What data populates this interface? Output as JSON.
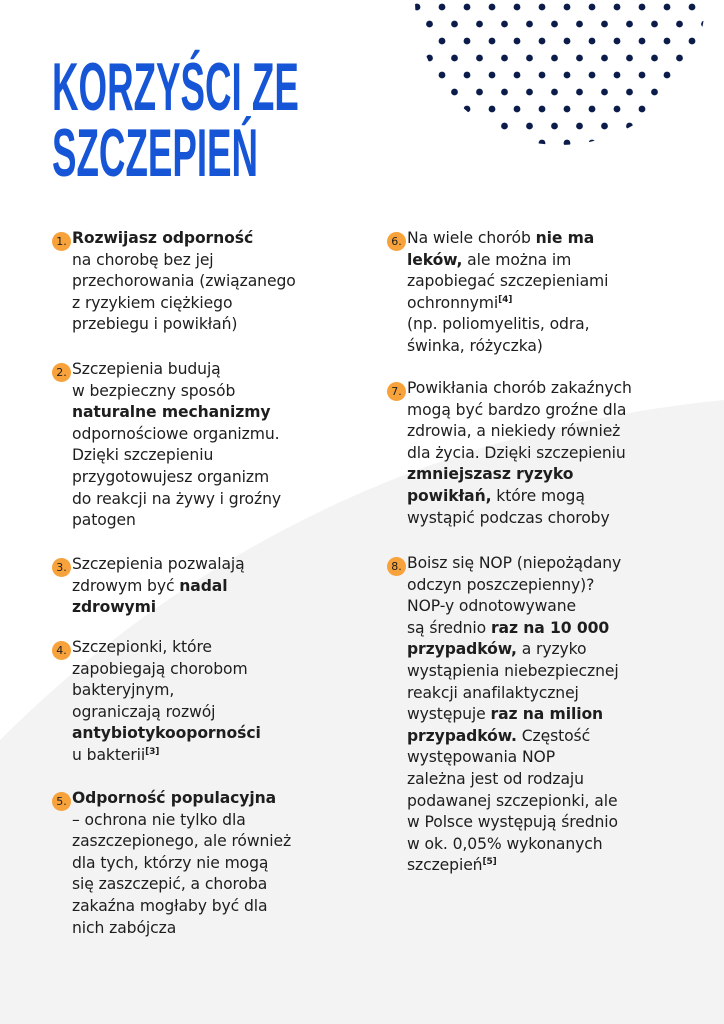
{
  "title": {
    "line1": "KORZYŚCI ZE",
    "line2": "SZCZEPIEŃ"
  },
  "colors": {
    "title": "#1655d6",
    "marker": "#f7a23b",
    "dots": "#0b1c4a",
    "text": "#1e1e1e",
    "swoosh": "#f3f3f3"
  },
  "items": [
    {
      "num": "1.",
      "lines": [
        [
          [
            "Rozwijasz odporność",
            true
          ]
        ],
        [
          [
            "na chorobę bez jej",
            false
          ]
        ],
        [
          [
            "przechorowania (związanego",
            false
          ]
        ],
        [
          [
            "z ryzykiem ciężkiego",
            false
          ]
        ],
        [
          [
            "przebiegu i powikłań)",
            false
          ]
        ]
      ]
    },
    {
      "num": "2.",
      "lines": [
        [
          [
            "Szczepienia budują",
            false
          ]
        ],
        [
          [
            "w bezpieczny sposób",
            false
          ]
        ],
        [
          [
            "naturalne mechanizmy",
            true
          ]
        ],
        [
          [
            "odpornościowe organizmu.",
            false
          ]
        ],
        [
          [
            "Dzięki szczepieniu",
            false
          ]
        ],
        [
          [
            "przygotowujesz organizm",
            false
          ]
        ],
        [
          [
            "do reakcji na żywy i groźny",
            false
          ]
        ],
        [
          [
            "patogen",
            false
          ]
        ]
      ]
    },
    {
      "num": "3.",
      "lines": [
        [
          [
            "Szczepienia pozwalają",
            false
          ]
        ],
        [
          [
            "zdrowym być ",
            false
          ],
          [
            "nadal",
            true
          ]
        ],
        [
          [
            "zdrowymi",
            true
          ]
        ]
      ]
    },
    {
      "num": "4.",
      "lines": [
        [
          [
            "Szczepionki, które",
            false
          ]
        ],
        [
          [
            "zapobiegają chorobom",
            false
          ]
        ],
        [
          [
            "bakteryjnym,",
            false
          ]
        ],
        [
          [
            "ograniczają rozwój",
            false
          ]
        ],
        [
          [
            "antybiotykooporności",
            true
          ]
        ],
        [
          [
            "u bakterii",
            false
          ],
          [
            "[3]",
            "sup"
          ]
        ]
      ]
    },
    {
      "num": "5.",
      "lines": [
        [
          [
            "Odporność populacyjna",
            true
          ]
        ],
        [
          [
            "– ochrona nie tylko dla",
            false
          ]
        ],
        [
          [
            "zaszczepionego, ale również",
            false
          ]
        ],
        [
          [
            "dla tych, którzy nie mogą",
            false
          ]
        ],
        [
          [
            "się zaszczepić, a choroba",
            false
          ]
        ],
        [
          [
            "zakaźna mogłaby być dla",
            false
          ]
        ],
        [
          [
            "nich zabójcza",
            false
          ]
        ]
      ]
    },
    {
      "num": "6.",
      "lines": [
        [
          [
            "Na wiele chorób ",
            false
          ],
          [
            "nie ma",
            true
          ]
        ],
        [
          [
            "leków,",
            true
          ],
          [
            " ale można im",
            false
          ]
        ],
        [
          [
            "zapobiegać szczepieniami",
            false
          ]
        ],
        [
          [
            "ochronnymi",
            false
          ],
          [
            "[4]",
            "sup"
          ]
        ],
        [
          [
            "(np. poliomyelitis, odra,",
            false
          ]
        ],
        [
          [
            "świnka, różyczka)",
            false
          ]
        ]
      ]
    },
    {
      "num": "7.",
      "lines": [
        [
          [
            "Powikłania chorób zakaźnych",
            false
          ]
        ],
        [
          [
            "mogą być bardzo groźne dla",
            false
          ]
        ],
        [
          [
            "zdrowia, a niekiedy również",
            false
          ]
        ],
        [
          [
            "dla życia. Dzięki szczepieniu",
            false
          ]
        ],
        [
          [
            "zmniejszasz ryzyko",
            true
          ]
        ],
        [
          [
            "powikłań,",
            true
          ],
          [
            " które mogą",
            false
          ]
        ],
        [
          [
            "wystąpić podczas choroby",
            false
          ]
        ]
      ]
    },
    {
      "num": "8.",
      "lines": [
        [
          [
            "Boisz się NOP (niepożądany",
            false
          ]
        ],
        [
          [
            "odczyn poszczepienny)?",
            false
          ]
        ],
        [
          [
            "NOP-y odnotowywane",
            false
          ]
        ],
        [
          [
            "są średnio ",
            false
          ],
          [
            "raz na 10 000",
            true
          ]
        ],
        [
          [
            "przypadków,",
            true
          ],
          [
            " a ryzyko",
            false
          ]
        ],
        [
          [
            "wystąpienia niebezpiecznej",
            false
          ]
        ],
        [
          [
            "reakcji anafilaktycznej",
            false
          ]
        ],
        [
          [
            "występuje ",
            false
          ],
          [
            "raz na milion",
            true
          ]
        ],
        [
          [
            "przypadków.",
            true
          ],
          [
            " Częstość",
            false
          ]
        ],
        [
          [
            "występowania NOP",
            false
          ]
        ],
        [
          [
            "zależna jest od rodzaju",
            false
          ]
        ],
        [
          [
            "podawanej szczepionki, ale",
            false
          ]
        ],
        [
          [
            "w Polsce występują średnio",
            false
          ]
        ],
        [
          [
            "w ok. 0,05% wykonanych",
            false
          ]
        ],
        [
          [
            "szczepień",
            false
          ],
          [
            "[5]",
            "sup"
          ]
        ]
      ]
    }
  ]
}
